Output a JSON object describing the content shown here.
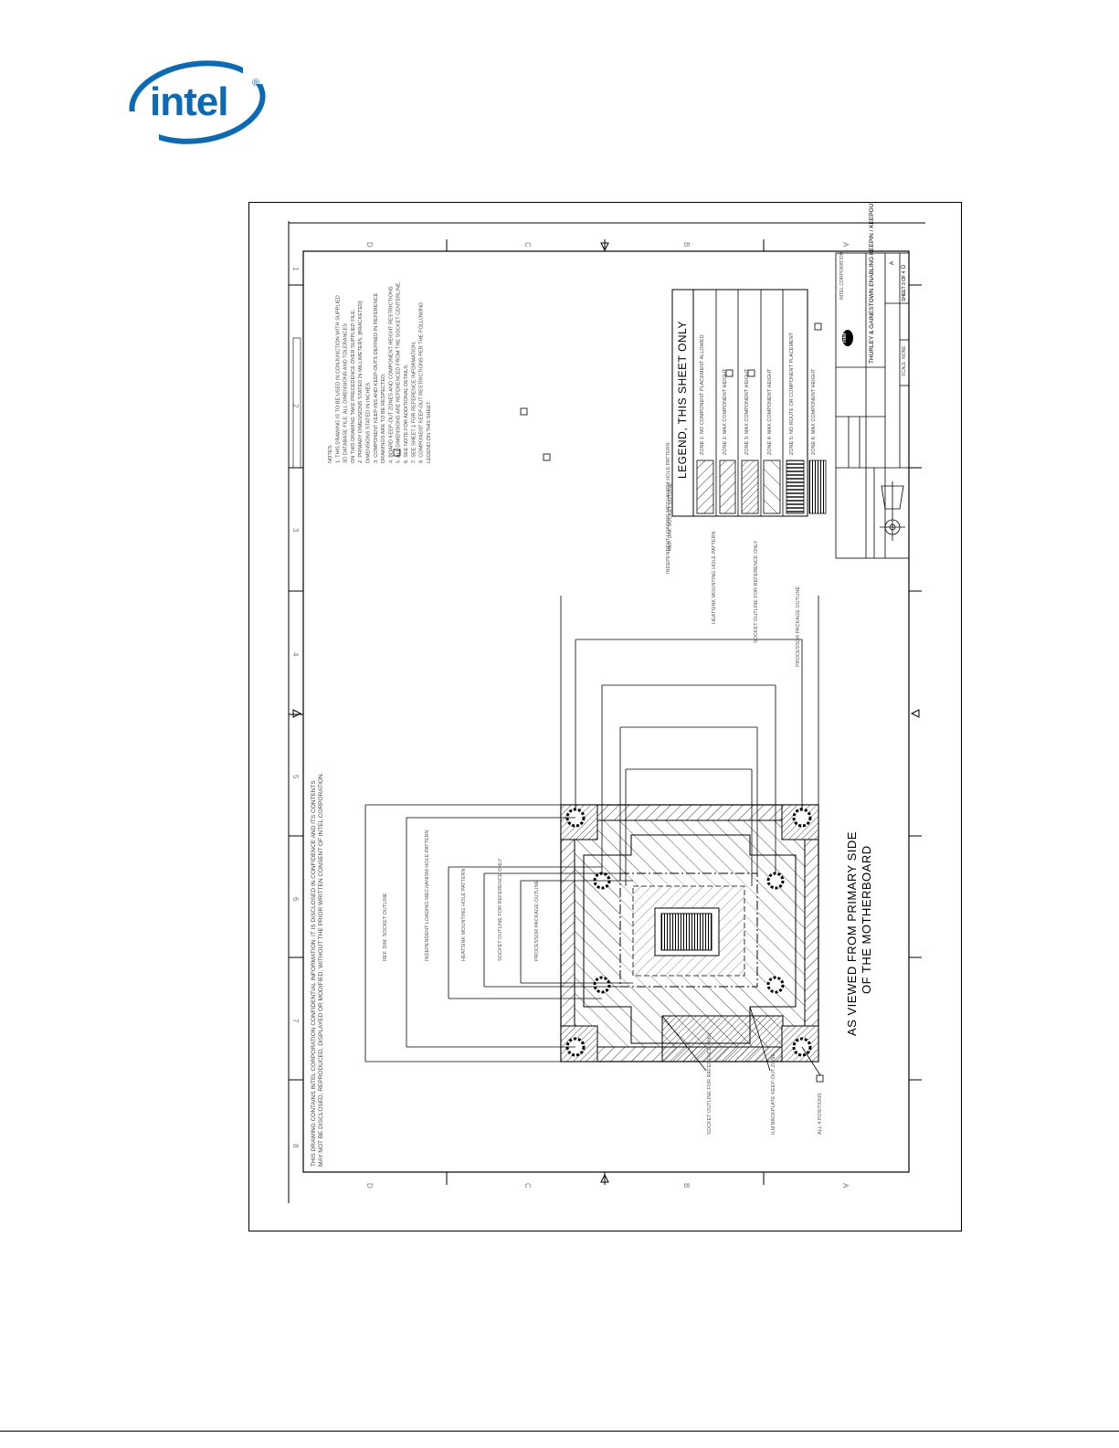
{
  "logo": {
    "text": "intel",
    "mark": "®",
    "color": "#0b6ab5"
  },
  "drawing": {
    "confidential_note": [
      "THIS DRAWING CONTAINS INTEL CORPORATION CONFIDENTIAL INFORMATION. IT IS DISCLOSED IN CONFIDENCE AND ITS CONTENTS",
      "MAY NOT BE DISCLOSED, REPRODUCED, DISPLAYED OR MODIFIED, WITHOUT THE PRIOR WRITTEN CONSENT OF INTEL CORPORATION."
    ],
    "zones_top": [
      "D",
      "C",
      "B",
      "A"
    ],
    "zones_side": [
      "8",
      "7",
      "6",
      "5",
      "4",
      "3",
      "2",
      "1"
    ],
    "notes": [
      "NOTES:",
      "1. THIS DRAWING IS TO BE USED IN CONJUNCTION WITH SUPPLIED",
      "   3D DATABASE FILE. ALL DIMENSIONS AND TOLERANCES",
      "   ON THIS DRAWING TAKE PRECEDENCE OVER SUPPLIED FILE.",
      "2. PRIMARY DIMENSIONS STATED IN MILLIMETERS, [BRACKETED]",
      "   DIMENSIONS STATED IN INCHES.",
      "3. COMPONENT KEEP-INS AND KEEP-OUTS DEFINED IN REFERENCE",
      "   DRAWINGS ARE TO BE RESPECTED.",
      "4. BOARD KEEP-OUT ZONES AND COMPONENT HEIGHT RESTRICTIONS",
      "5. ALL DIMENSIONS ARE REFERENCED FROM THE SOCKET CENTERLINE.",
      "6. SEE NOTE FOR ADDITIONAL DETAILS.",
      "7. SEE SHEET 1 FOR REFERENCE INFORMATION.",
      "8. COMPONENT KEEP-OUT RESTRICTIONS PER THE FOLLOWING",
      "   LEGEND ON THIS SHEET."
    ],
    "legend": {
      "title": "LEGEND, THIS SHEET ONLY",
      "items": [
        "ZONE 1: NO COMPONENT PLACEMENT ALLOWED",
        "ZONE 2: MAX COMPONENT HEIGHT",
        "ZONE 3: MAX COMPONENT HEIGHT",
        "ZONE 4: MAX COMPONENT HEIGHT",
        "ZONE 5: NO ROUTE OR COMPONENT PLACEMENT",
        "ZONE 6: MAX COMPONENT HEIGHT"
      ]
    },
    "view_label": [
      "AS VIEWED FROM PRIMARY SIDE",
      "OF THE MOTHERBOARD"
    ],
    "dims_horizontal": [
      "REF. DIM. SOCKET OUTLINE",
      "INDEPENDENT LOADING MECHANISM HOLE PATTERN",
      "HEATSINK MOUNTING HOLE PATTERN",
      "SOCKET OUTLINE FOR REFERENCE ONLY",
      "PROCESSOR PACKAGE OUTLINE"
    ],
    "dims_vertical": [
      "REF. DIM. SOCKET OUTLINE",
      "INDEPENDENT LOADING MECHANISM HOLE PATTERN",
      "HEATSINK MOUNTING HOLE PATTERN",
      "SOCKET OUTLINE FOR REFERENCE ONLY",
      "PROCESSOR PACKAGE OUTLINE"
    ],
    "callouts": [
      "SOCKET OUTLINE FOR REFERENCE ONLY",
      "ILM BACKPLATE KEEP-OUT ZONE",
      "ALL 4 POSITIONS"
    ],
    "title_block": {
      "title": "THURLEY & GAINESTOWN ENABLING KEEPIN / KEEPOUT",
      "company": "INTEL CORPORATION",
      "size": "D",
      "sheet": "SHEET 3 OF 4",
      "scale": "SCALE: NONE",
      "rev": "A"
    }
  }
}
